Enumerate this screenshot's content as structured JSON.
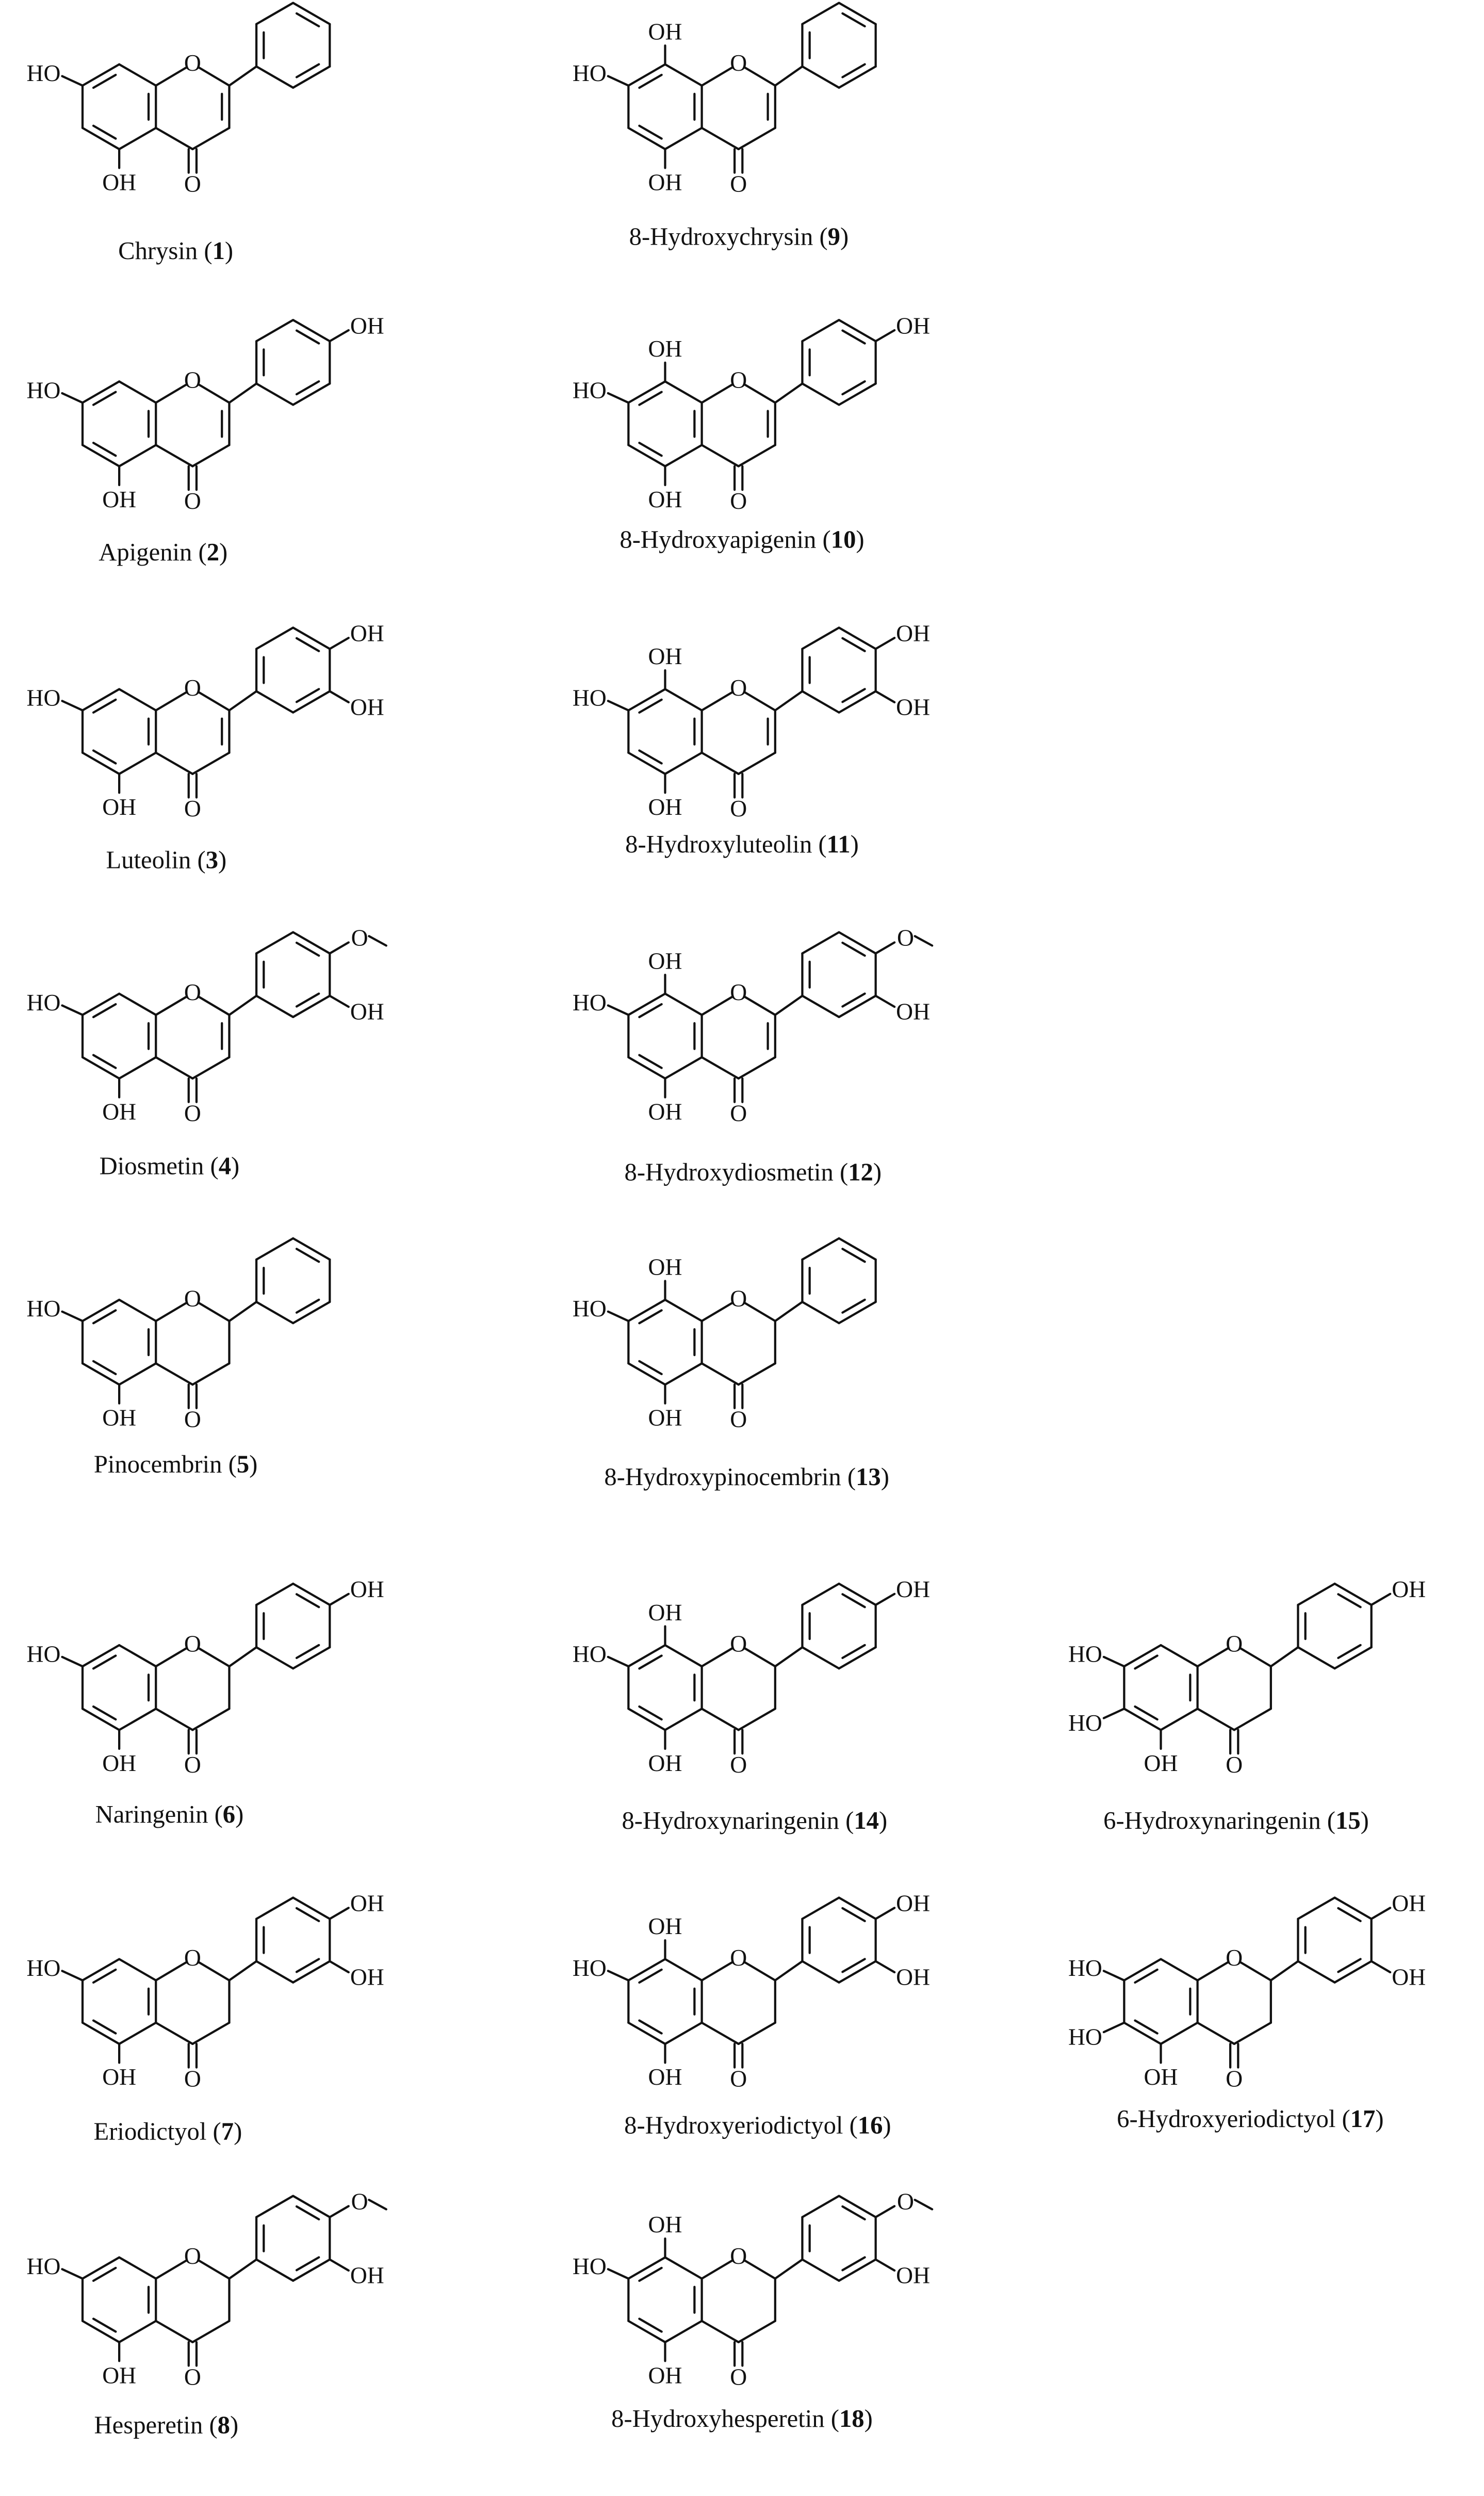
{
  "figure": {
    "compounds": [
      {
        "id": "1",
        "name": "Chrysin",
        "skeleton": "flavone",
        "b_ring": "H",
        "subst_a": []
      },
      {
        "id": "2",
        "name": "Apigenin",
        "skeleton": "flavone",
        "b_ring": "4OH",
        "subst_a": []
      },
      {
        "id": "3",
        "name": "Luteolin",
        "skeleton": "flavone",
        "b_ring": "34OH",
        "subst_a": []
      },
      {
        "id": "4",
        "name": "Diosmetin",
        "skeleton": "flavone",
        "b_ring": "3OH4OMe",
        "subst_a": []
      },
      {
        "id": "5",
        "name": "Pinocembrin",
        "skeleton": "flavanone",
        "b_ring": "H",
        "subst_a": []
      },
      {
        "id": "6",
        "name": "Naringenin",
        "skeleton": "flavanone",
        "b_ring": "4OH",
        "subst_a": []
      },
      {
        "id": "7",
        "name": "Eriodictyol",
        "skeleton": "flavanone",
        "b_ring": "34OH",
        "subst_a": []
      },
      {
        "id": "8",
        "name": "Hesperetin",
        "skeleton": "flavanone",
        "b_ring": "3OH4OMe",
        "subst_a": []
      },
      {
        "id": "9",
        "name": "8-Hydroxychrysin",
        "skeleton": "flavone",
        "b_ring": "H",
        "subst_a": [
          "8OH"
        ]
      },
      {
        "id": "10",
        "name": "8-Hydroxyapigenin",
        "skeleton": "flavone",
        "b_ring": "4OH",
        "subst_a": [
          "8OH"
        ]
      },
      {
        "id": "11",
        "name": "8-Hydroxyluteolin",
        "skeleton": "flavone",
        "b_ring": "34OH",
        "subst_a": [
          "8OH"
        ]
      },
      {
        "id": "12",
        "name": "8-Hydroxydiosmetin",
        "skeleton": "flavone",
        "b_ring": "3OH4OMe",
        "subst_a": [
          "8OH"
        ]
      },
      {
        "id": "13",
        "name": "8-Hydroxypinocembrin",
        "skeleton": "flavanone",
        "b_ring": "H",
        "subst_a": [
          "8OH"
        ]
      },
      {
        "id": "14",
        "name": "8-Hydroxynaringenin",
        "skeleton": "flavanone",
        "b_ring": "4OH",
        "subst_a": [
          "8OH"
        ]
      },
      {
        "id": "15",
        "name": "6-Hydroxynaringenin",
        "skeleton": "flavanone",
        "b_ring": "4OH",
        "subst_a": [
          "6OH"
        ]
      },
      {
        "id": "16",
        "name": "8-Hydroxyeriodictyol",
        "skeleton": "flavanone",
        "b_ring": "34OH",
        "subst_a": [
          "8OH"
        ]
      },
      {
        "id": "17",
        "name": "6-Hydroxyeriodictyol",
        "skeleton": "flavanone",
        "b_ring": "34OH",
        "subst_a": [
          "6OH"
        ]
      },
      {
        "id": "18",
        "name": "8-Hydroxyhesperetin",
        "skeleton": "flavanone",
        "b_ring": "3OH4OMe",
        "subst_a": [
          "8OH"
        ]
      }
    ],
    "atom_labels": {
      "hydroxyl": "OH",
      "hydroxyl_left": "HO",
      "ring_oxygen": "O",
      "carbonyl": "O"
    }
  }
}
